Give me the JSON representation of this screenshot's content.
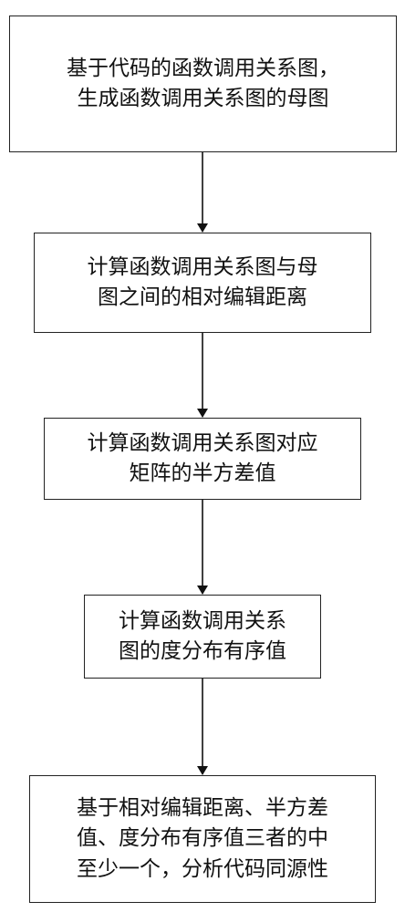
{
  "steps": [
    {
      "lines": [
        "基于代码的函数调用关系图，",
        "生成函数调用关系图的母图"
      ]
    },
    {
      "lines": [
        "计算函数调用关系图与母",
        "图之间的相对编辑距离"
      ]
    },
    {
      "lines": [
        "计算函数调用关系图对应",
        "矩阵的半方差值"
      ]
    },
    {
      "lines": [
        "计算函数调用关系",
        "图的度分布有序值"
      ]
    },
    {
      "lines": [
        "基于相对编辑距离、半方差",
        "值、度分布有序值三者的中",
        "至少一个，分析代码同源性"
      ]
    }
  ]
}
